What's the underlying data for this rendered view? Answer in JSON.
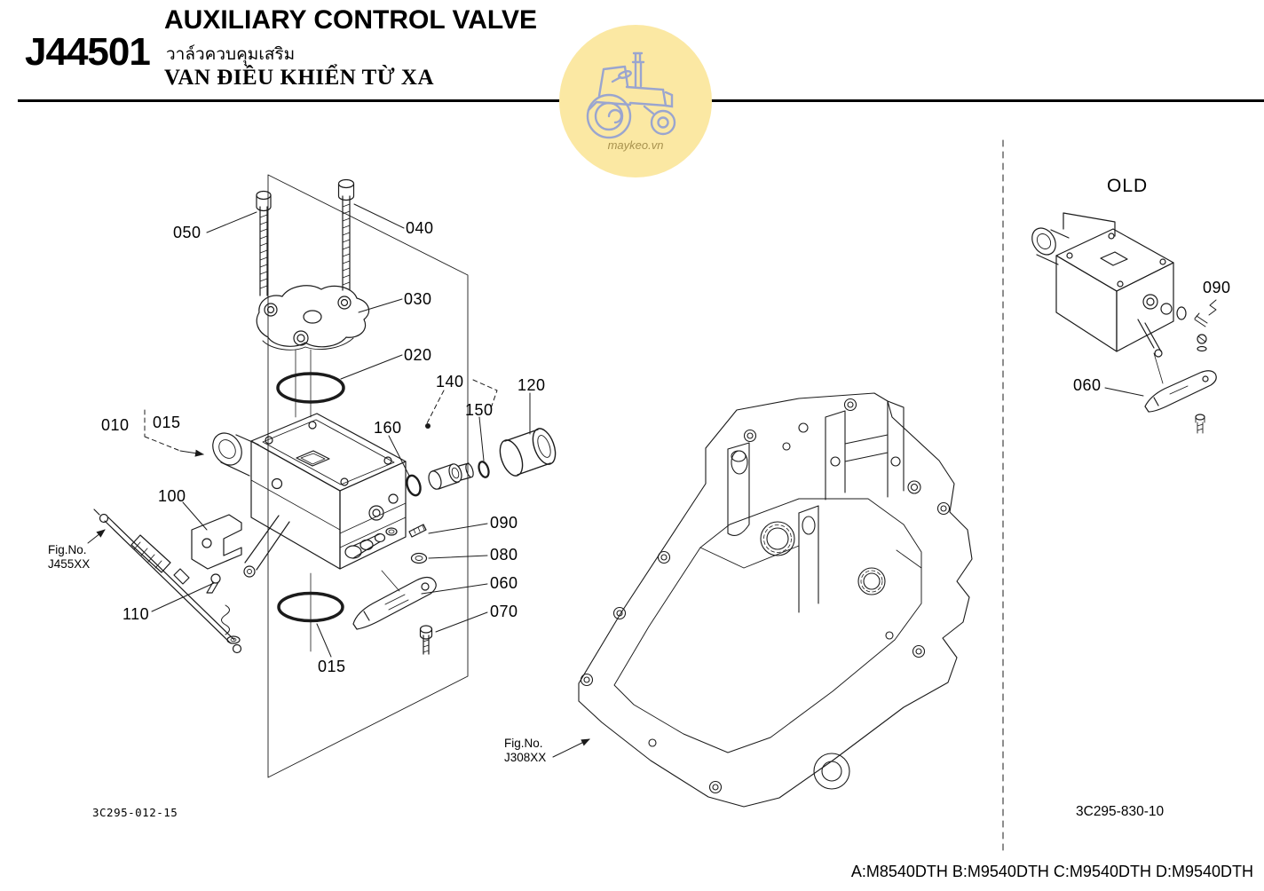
{
  "header": {
    "code": "J44501",
    "title_en": "AUXILIARY CONTROL VALVE",
    "title_th": "วาล์วควบคุมเสริม",
    "title_vi": "VAN ĐIỀU KHIỂN TỪ XA"
  },
  "watermark": {
    "site": "maykeo.vn"
  },
  "diagram": {
    "callouts": {
      "c050": "050",
      "c040": "040",
      "c030": "030",
      "c020": "020",
      "c010": "010",
      "c015a": "015",
      "c100": "100",
      "c110": "110",
      "c160": "160",
      "c140": "140",
      "c150": "150",
      "c120": "120",
      "c090": "090",
      "c080": "080",
      "c060": "060",
      "c070": "070",
      "c015b": "015"
    },
    "fig_ref_cable": {
      "label": "Fig.No.",
      "code": "J455XX"
    },
    "fig_ref_case": {
      "label": "Fig.No.",
      "code": "J308XX"
    },
    "drawing_no": "3C295-012-15"
  },
  "old_section": {
    "title": "OLD",
    "callouts": {
      "c090": "090",
      "c060": "060"
    },
    "drawing_no": "3C295-830-10"
  },
  "footer": {
    "applicability": "A:M8540DTH B:M9540DTH C:M9540DTH D:M9540DTH"
  }
}
